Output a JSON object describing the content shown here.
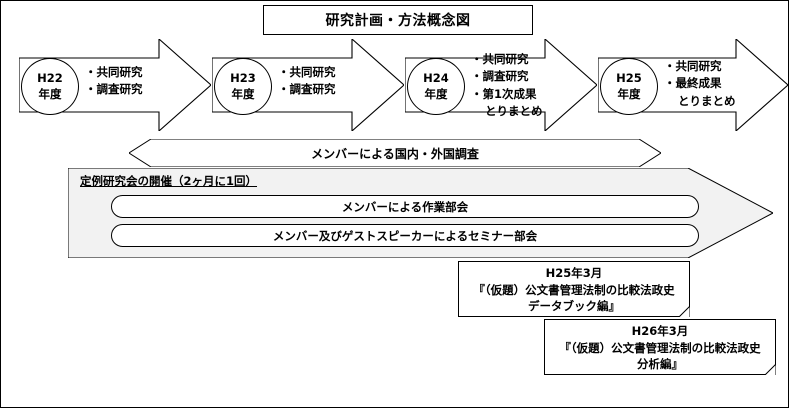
{
  "title": "研究計画・方法概念図",
  "timeline": {
    "phases": [
      {
        "year_line1": "H22",
        "year_line2": "年度",
        "bullets": [
          "・共同研究",
          "・調査研究"
        ],
        "indent": []
      },
      {
        "year_line1": "H23",
        "year_line2": "年度",
        "bullets": [
          "・共同研究",
          "・調査研究"
        ],
        "indent": []
      },
      {
        "year_line1": "H24",
        "year_line2": "年度",
        "bullets": [
          "・共同研究",
          "・調査研究",
          "・第1次成果"
        ],
        "indent": [
          "とりまとめ"
        ]
      },
      {
        "year_line1": "H25",
        "year_line2": "年度",
        "bullets": [
          "・共同研究",
          "・最終成果"
        ],
        "indent": [
          "とりまとめ"
        ]
      }
    ]
  },
  "survey_band": {
    "label": "メンバーによる国内・外国調査"
  },
  "study_panel": {
    "heading": "定例研究会の開催（2ヶ月に1回）",
    "items": [
      "メンバーによる作業部会",
      "メンバー及びゲストスピーカーによるセミナー部会"
    ]
  },
  "deliverables": [
    {
      "date": "H25年3月",
      "title_line1": "『（仮題）公文書管理法制の比較法政史",
      "title_line2": "データブック編』"
    },
    {
      "date": "H26年3月",
      "title_line1": "『（仮題）公文書管理法制の比較法政史",
      "title_line2": "分析編』"
    }
  ],
  "colors": {
    "stroke": "#000000",
    "panel_fill": "#f2f2f2",
    "background": "#ffffff"
  }
}
